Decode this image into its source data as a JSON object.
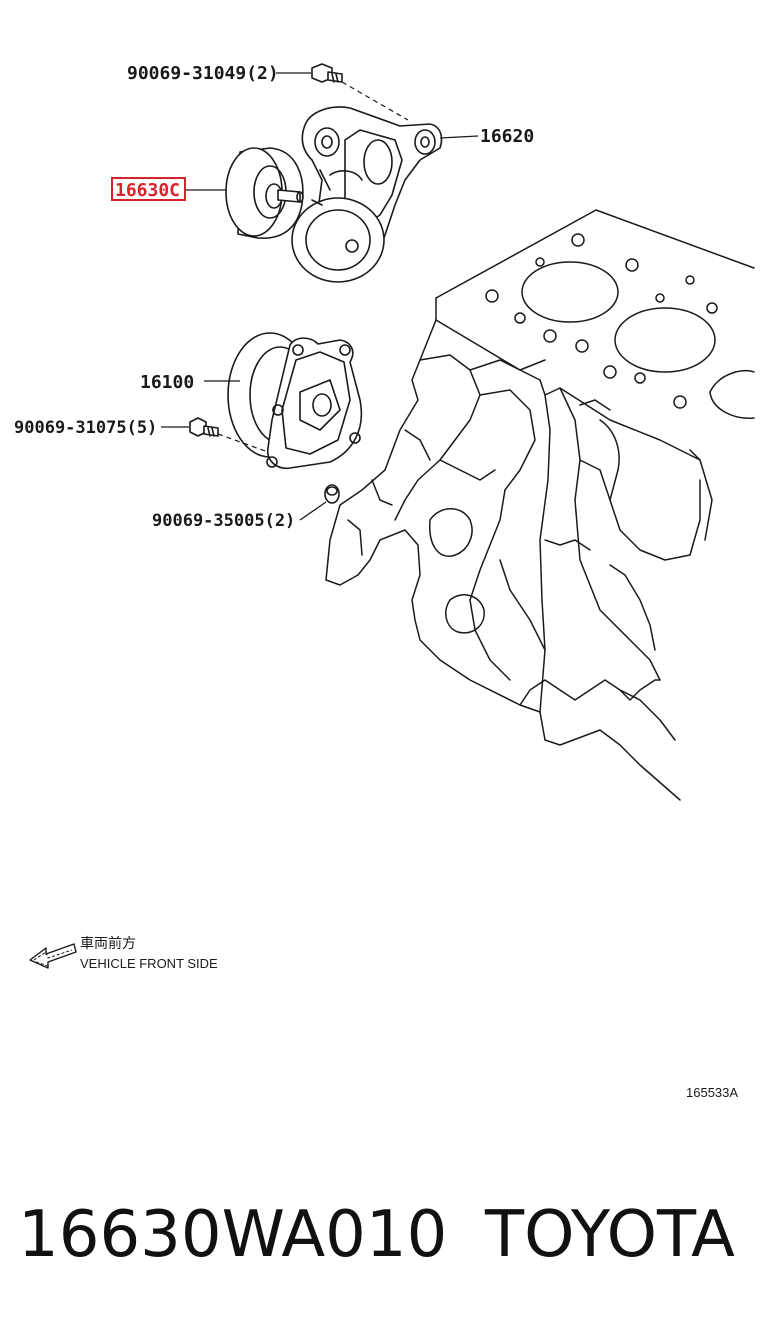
{
  "diagram": {
    "labels": {
      "bolt_top": "90069-31049(2)",
      "tensioner": "16620",
      "pulley_highlighted": "16630C",
      "water_pump": "16100",
      "bolt_left": "90069-31075(5)",
      "stud": "90069-35005(2)"
    },
    "highlight_color": "#d9232a",
    "direction": {
      "japanese": "車両前方",
      "english": "VEHICLE FRONT SIDE"
    },
    "illustration_id": "165533A"
  },
  "footer": {
    "part_number": "16630WA010",
    "brand": "TOYOTA"
  }
}
